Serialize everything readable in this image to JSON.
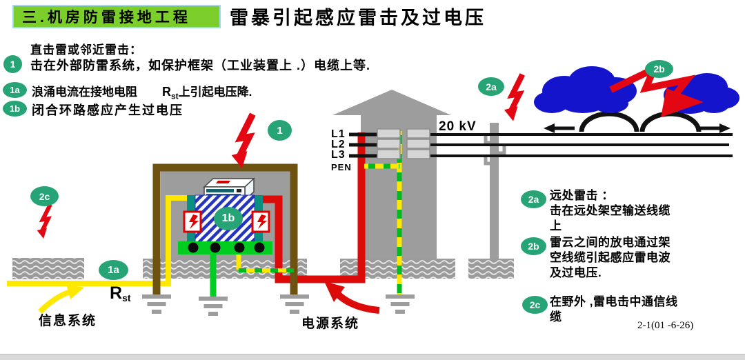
{
  "header": {
    "section_label": "三.机房防雷接地工程",
    "title": "雷暴引起感应雷击及过电压"
  },
  "badges": {
    "b1": "1",
    "b1a": "1a",
    "b1b": "1b",
    "b2a": "2a",
    "b2b": "2b",
    "b2c": "2c"
  },
  "notes_left": {
    "p1_line1": "直击雷或邻近雷击：",
    "p1_line2": "击在外部防雷系统，如保护框架（工业装置上 .）电缆上等.",
    "p1a_prefix": "浪涌电流在接地电阻",
    "p1a_r": "R",
    "p1a_r_sub": "st",
    "p1a_suffix": "上引起电压降.",
    "p1b_text": "闭合环路感应产生过电压"
  },
  "notes_right": {
    "p2a_line1": "远处雷击 ：",
    "p2a_line2": "击在远处架空输送线缆",
    "p2a_line3": "上",
    "p2b_line1": "雷云之间的放电通过架",
    "p2b_line2": "空线缆引起感应雷电波",
    "p2b_line3": "及过电压.",
    "p2c_line1": "在野外 ,雷电击中通信线",
    "p2c_line2": "缆",
    "slide_code": "2-1(01 -6-26)"
  },
  "diagram_labels": {
    "phase_l1": "L1",
    "phase_l2": "L2",
    "phase_l3": "L3",
    "pen": "PEN",
    "voltage": "20 kV",
    "rst_r": "R",
    "rst_sub": "st",
    "info_system": "信息系统",
    "power_system": "电源系统"
  },
  "colors": {
    "badge_green": "#26a475",
    "header_green": "#7ccf2b",
    "lightning_red": "#e30613",
    "cloud_blue": "#1414cc",
    "cable_yellow": "#ffe800",
    "cable_red": "#dd0a0a",
    "bus_green": "#00cc22",
    "earth_green": "#00b81f",
    "frame_brown": "#6e5212",
    "structure_gray": "#9d9d9d",
    "hatch_blue": "#2433c0",
    "teal_bar": "#0a8f80"
  }
}
